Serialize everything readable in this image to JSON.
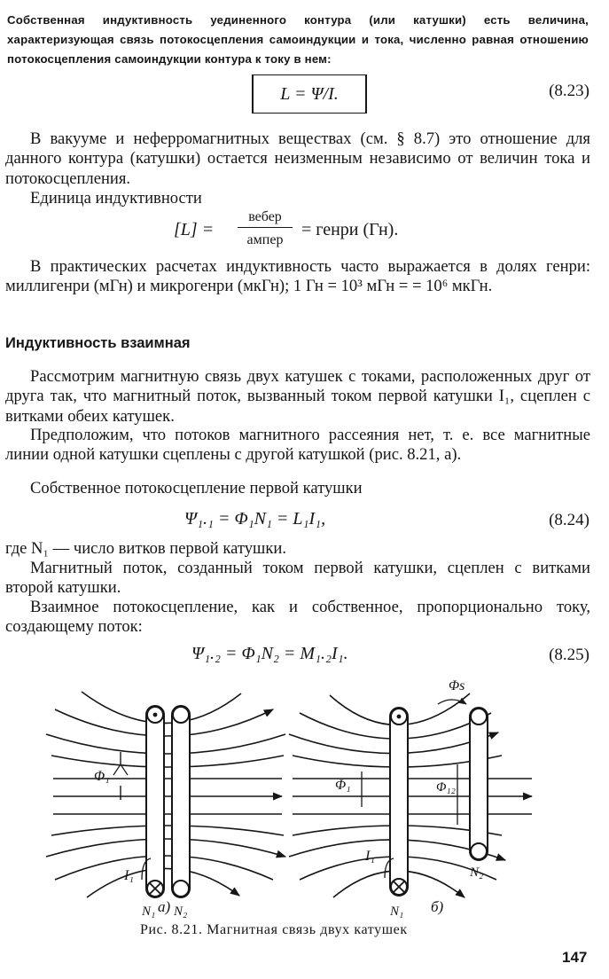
{
  "definition": "Собственная индуктивность уединенного контура (или катушки) есть величина, характеризующая связь потокосцепления самоиндукции и тока, численно равная отношению потокосцепления самоиндукции контура к току в нем:",
  "eq_8_23": {
    "formula": "L = Ψ/I.",
    "number": "(8.23)"
  },
  "para_vacuum": "В вакууме и неферромагнитных веществах (см. § 8.7) это отношение для данного контура (катушки) остается неизменным независимо от величин тока и потокосцепления.",
  "unit_title": "Единица индуктивности",
  "unit_formula": {
    "lhs": "[L] =",
    "numerator": "вебер",
    "denominator": "ампер",
    "rhs": "= генри (Гн)."
  },
  "para_practical": "В практических расчетах индуктивность часто выражается в долях генри: миллигенри (мГн) и микрогенри (мкГн); 1 Гн = 10³ мГн = = 10⁶ мкГн.",
  "heading": "Индуктивность взаимная",
  "para_consider": "Рассмотрим магнитную связь двух катушек с токами, расположенных друг от друга так, что магнитный поток, вызванный током первой катушки I₁, сцеплен с витками обеих катушек.",
  "para_suppose": "Предположим, что потоков магнитного рассеяния нет, т. е. все магнитные линии одной катушки сцеплены с другой катушкой (рис. 8.21, а).",
  "para_own": "Собственное потокосцепление первой катушки",
  "eq_8_24": {
    "formula": "Ψ₁.₁ = Φ₁N₁ = L₁I₁,",
    "number": "(8.24)"
  },
  "para_where": "где N₁ — число витков первой катушки.",
  "para_flux": "Магнитный поток, созданный током первой катушки, сцеплен с витками второй катушки.",
  "para_mutual": "Взаимное потокосцепление, как и собственное, пропорционально току, создающему поток:",
  "eq_8_25": {
    "formula": "Ψ₁.₂ = Φ₁N₂ = M₁.₂I₁.",
    "number": "(8.25)"
  },
  "figure": {
    "left_labels": {
      "phi": "Φ₁",
      "current": "I₁",
      "n1": "N₁",
      "n2": "N₂",
      "tag": "а)"
    },
    "right_labels": {
      "phi_s": "Φs",
      "phi": "Φ₁",
      "phi12": "Φ₁₂",
      "current": "I₁",
      "n1": "N₁",
      "n2": "N₂",
      "tag": "б)"
    }
  },
  "caption": "Рис. 8.21. Магнитная связь двух катушек",
  "page_number": "147"
}
